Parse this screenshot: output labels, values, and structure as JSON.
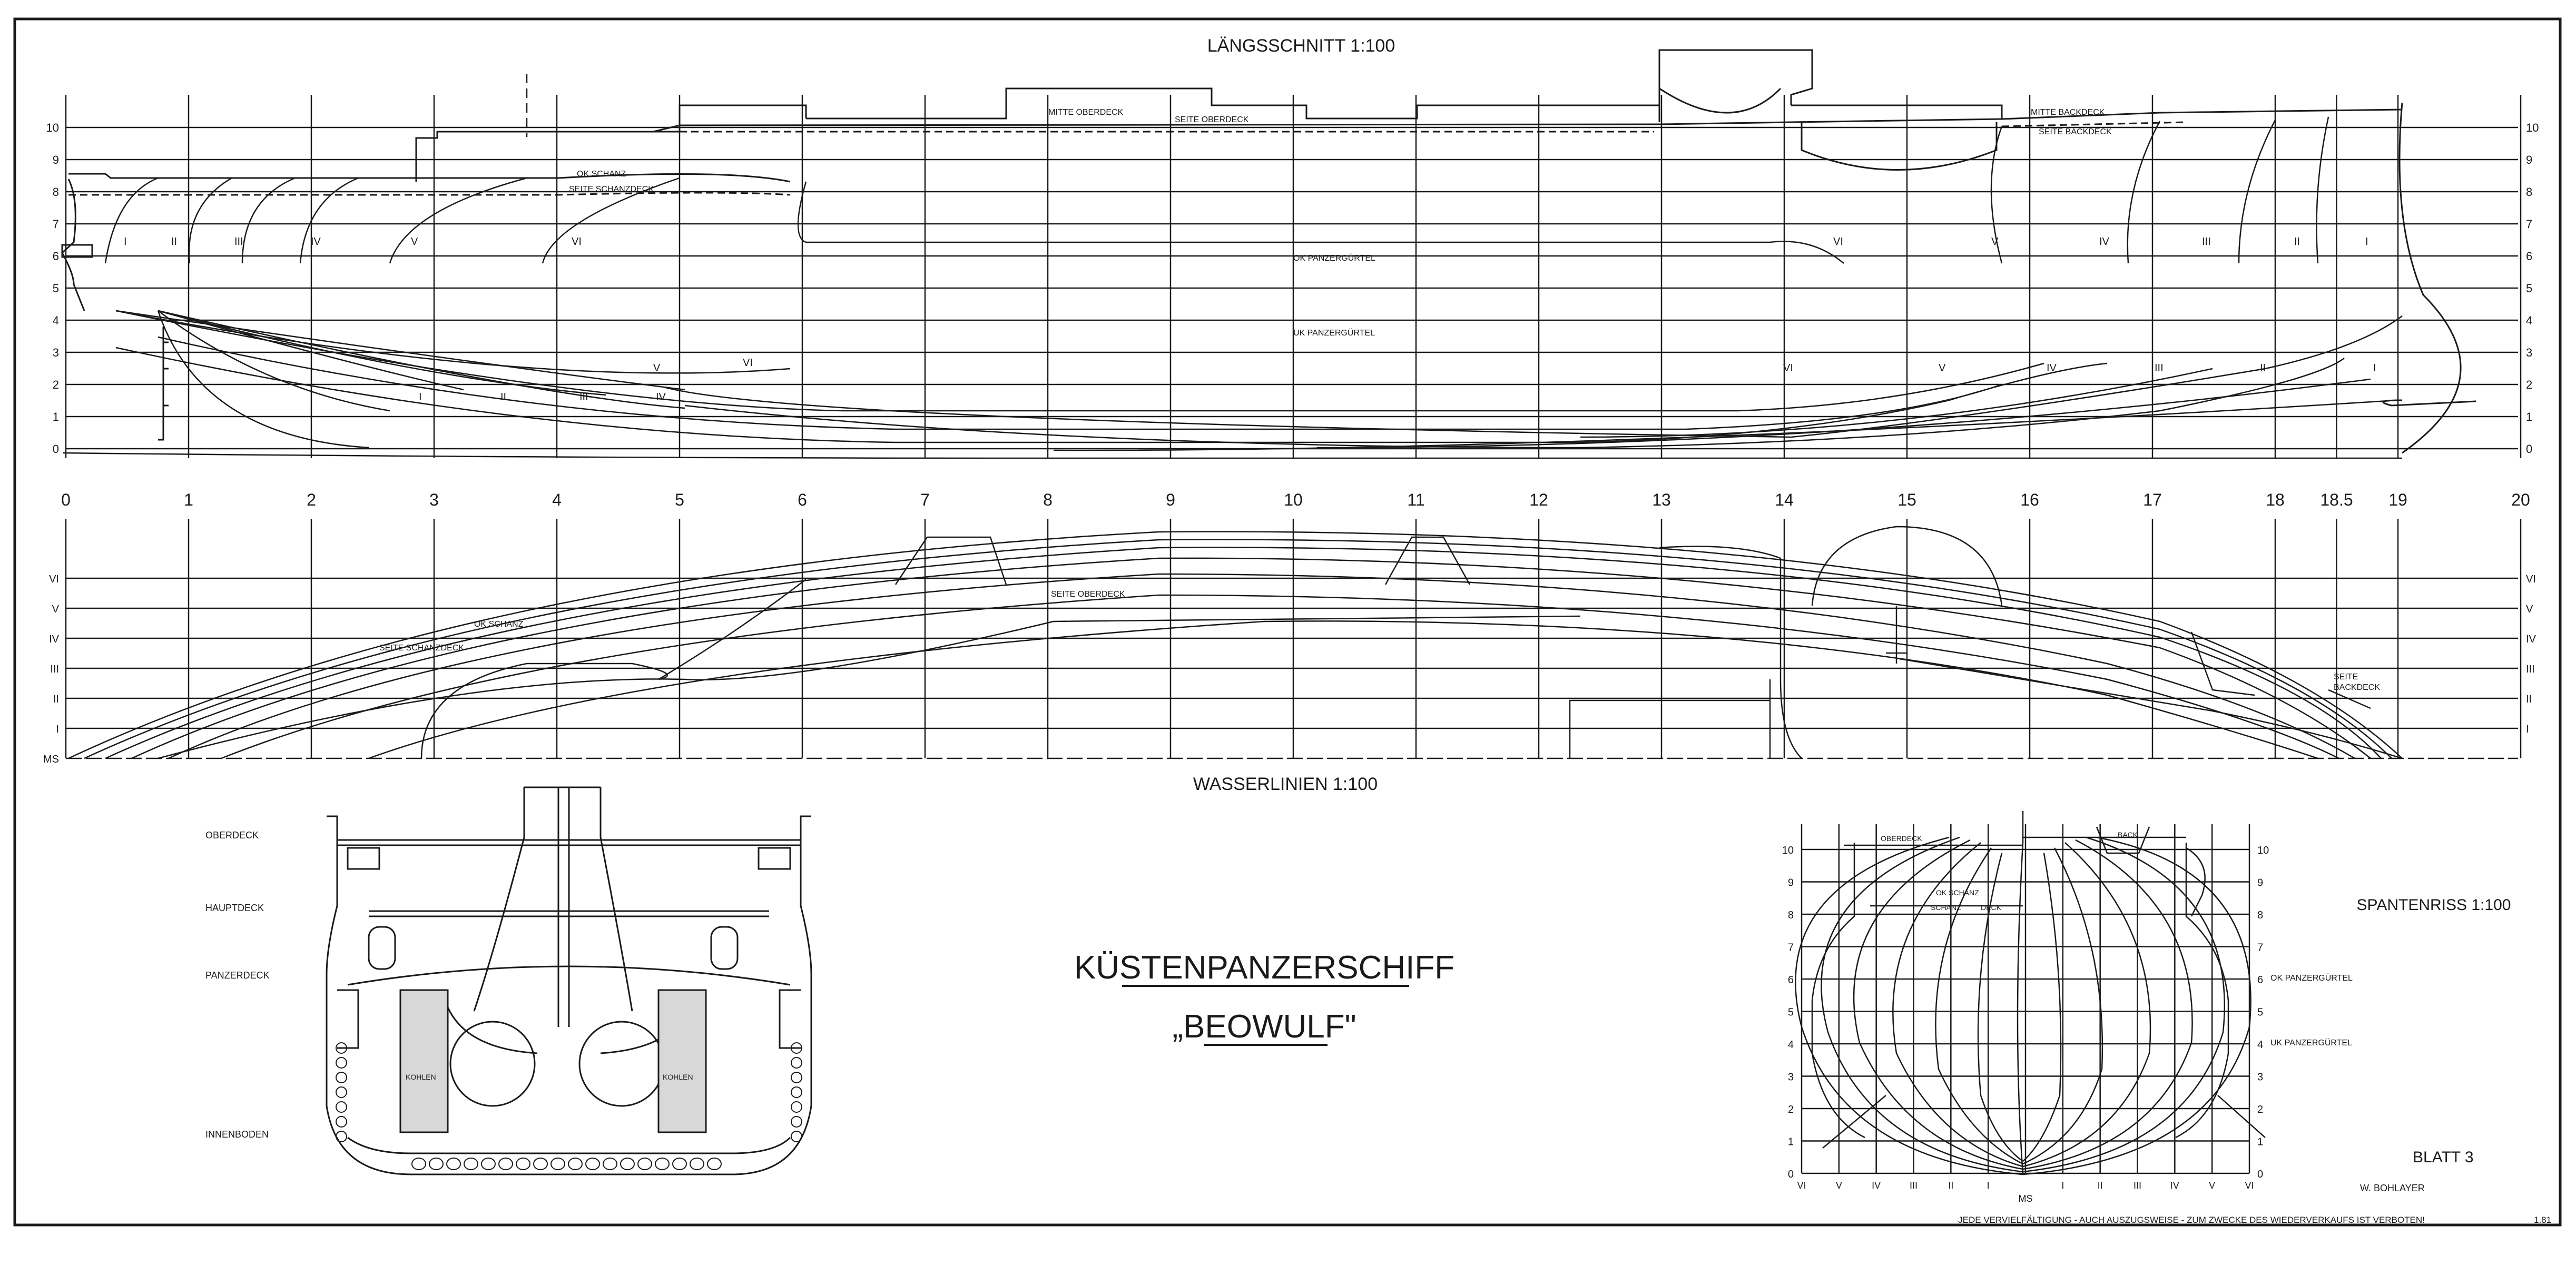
{
  "titles": {
    "profile": "LÄNGSSCHNITT 1:100",
    "waterlines": "WASSERLINIEN 1:100",
    "body_plan": "SPANTENRISS 1:100",
    "ship_type": "KÜSTENPANZERSCHIFF",
    "ship_name": "„BEOWULF\"",
    "sheet": "BLATT 3",
    "author": "W. BOHLAYER",
    "copyright": "JEDE VERVIELFÄLTIGUNG - AUCH AUSZUGSWEISE - ZUM ZWECKE DES WIEDERVERKAUFS IST VERBOTEN!",
    "code": "1.81"
  },
  "profile": {
    "waterline_numbers": [
      "0",
      "1",
      "2",
      "3",
      "4",
      "5",
      "6",
      "7",
      "8",
      "9",
      "10"
    ],
    "station_numbers": [
      "0",
      "1",
      "2",
      "3",
      "4",
      "5",
      "6",
      "7",
      "8",
      "9",
      "10",
      "11",
      "12",
      "13",
      "14",
      "15",
      "16",
      "17",
      "18",
      "18.5",
      "19",
      "20"
    ],
    "labels": {
      "mitte_oberdeck": "MITTE OBERDECK",
      "seite_oberdeck": "SEITE OBERDECK",
      "ok_schanz": "OK SCHANZ",
      "seite_schanzdeck": "SEITE SCHANZDECK",
      "mitte_backdeck": "MITTE BACKDECK",
      "seite_backdeck": "SEITE BACKDECK",
      "ok_panzerguertel": "OK PANZERGÜRTEL",
      "uk_panzerguertel": "UK PANZERGÜRTEL"
    },
    "buttock_numerals": [
      "I",
      "II",
      "III",
      "IV",
      "V",
      "VI"
    ]
  },
  "waterlines": {
    "buttock_labels": [
      "VI",
      "V",
      "IV",
      "III",
      "II",
      "I",
      "MS"
    ],
    "labels": {
      "ok_schanz": "OK SCHANZ",
      "seite_schanzdeck": "SEITE SCHANZDECK",
      "seite_oberdeck": "SEITE OBERDECK",
      "seite_backdeck_1": "SEITE",
      "seite_backdeck_2": "BACKDECK"
    }
  },
  "midship_section": {
    "labels": {
      "oberdeck": "OBERDECK",
      "hauptdeck": "HAUPTDECK",
      "panzerdeck": "PANZERDECK",
      "innenboden": "INNENBODEN",
      "kohlen_left": "KOHLEN",
      "kohlen_right": "KOHLEN"
    }
  },
  "body_plan": {
    "waterline_numbers": [
      "0",
      "1",
      "2",
      "3",
      "4",
      "5",
      "6",
      "7",
      "8",
      "9",
      "10"
    ],
    "buttock_labels": [
      "VI",
      "V",
      "IV",
      "III",
      "II",
      "I",
      "MS",
      "I",
      "II",
      "III",
      "IV",
      "V",
      "VI"
    ],
    "labels": {
      "oberdeck": "OBERDECK",
      "ok_schanz": "OK SCHANZ",
      "schanz": "SCHANZ",
      "deck": "DECK",
      "back": "BACK",
      "ok_panzerguertel": "OK PANZERGÜRTEL",
      "uk_panzerguertel": "UK PANZERGÜRTEL"
    }
  }
}
